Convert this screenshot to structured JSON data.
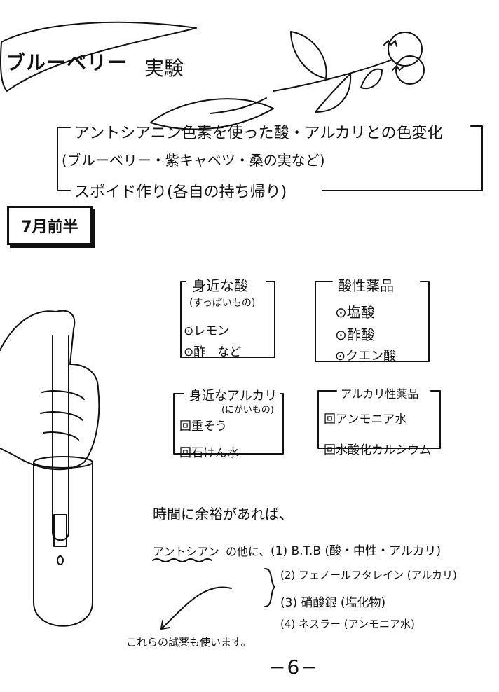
{
  "header": {
    "title": "ブルーベリー",
    "subtitle": "実験"
  },
  "objectives": [
    "アントシアニン色素を使った酸・アルカリとの色変化",
    "(ブルーベリー・紫キャベツ・桑の実など)",
    "スポイド作り(各自の持ち帰り)"
  ],
  "period_badge": "7月前半",
  "boxes": {
    "familiar_acid": {
      "title": "身近な酸",
      "note": "(すっぱいもの)",
      "items": [
        "⊙レモン",
        "⊙酢　など"
      ]
    },
    "acid_chemicals": {
      "title": "酸性薬品",
      "items": [
        "⊙塩酸",
        "⊙酢酸",
        "⊙クエン酸"
      ]
    },
    "familiar_alkali": {
      "title": "身近なアルカリ",
      "note": "(にがいもの)",
      "items": [
        "回重そう",
        "回石けん水"
      ]
    },
    "alkali_chemicals": {
      "title": "アルカリ性薬品",
      "items": [
        "回アンモニア水",
        "回水酸化カルシウム"
      ]
    }
  },
  "extra": {
    "lead": "時間に余裕があれば、",
    "intro": "アントシアン",
    "intro_rest": "の他に、",
    "items": [
      "(1) B.T.B (酸・中性・アルカリ)",
      "(2) フェノールフタレイン (アルカリ)",
      "(3) 硝酸銀 (塩化物)",
      "(4) ネスラー (アンモニア水)"
    ],
    "note": "これらの試薬も使います。"
  },
  "page_number": "−6−"
}
